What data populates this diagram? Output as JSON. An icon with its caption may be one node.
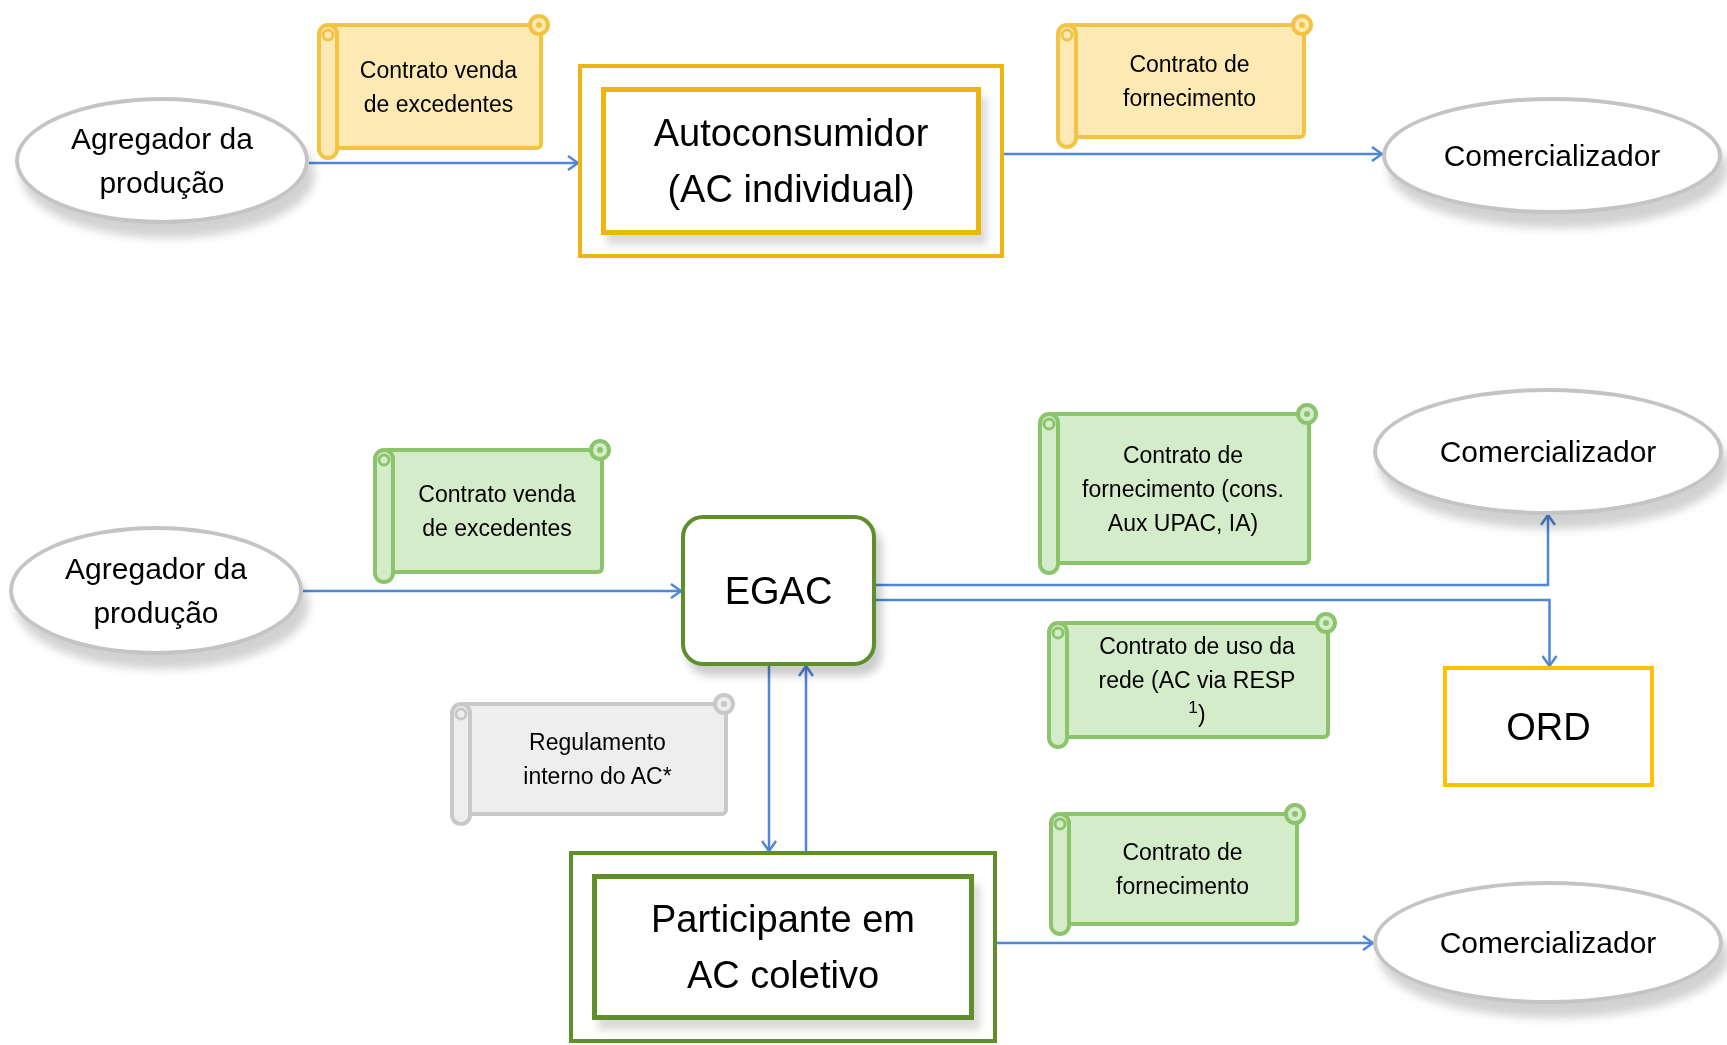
{
  "diagram": {
    "nodes": [
      {
        "text": [
          "Agregador da produção"
        ]
      },
      {
        "text": [
          "Contrato venda de excedentes"
        ]
      },
      {
        "text": [
          "Autoconsumidor (AC individual)"
        ]
      },
      {
        "text": [
          "Contrato de fornecimento"
        ]
      },
      {
        "text": [
          "Comercializador"
        ]
      },
      {
        "text": [
          "Agregador da produção"
        ]
      },
      {
        "text": [
          "Contrato venda de excedentes"
        ]
      },
      {
        "text": [
          "EGAC"
        ]
      },
      {
        "text": [
          "Contrato de fornecimento (cons. Aux UPAC, IA)"
        ]
      },
      {
        "text": [
          "Comercializador"
        ]
      },
      {
        "text": [
          "Contrato de uso da rede (AC via RESP $^{1}$)"
        ]
      },
      {
        "text": [
          "ORD"
        ]
      },
      {
        "text": [
          "Regulamento interno do AC*"
        ]
      },
      {
        "text": [
          "Participante em AC coletivo"
        ]
      },
      {
        "text": [
          "Contrato de fornecimento"
        ]
      },
      {
        "text": [
          "Comercializador"
        ]
      }
    ],
    "edges": [
      {
        "from": 0,
        "to": 2,
        "arrow": "to"
      },
      {
        "from": 2,
        "to": 4,
        "arrow": "to"
      },
      {
        "from": 5,
        "to": 7,
        "arrow": "to"
      },
      {
        "from": 7,
        "to": 9,
        "arrow": "to"
      },
      {
        "from": 7,
        "to": 11,
        "arrow": "to"
      },
      {
        "from": 7,
        "to": 13,
        "arrow": "to"
      },
      {
        "from": 13,
        "to": 7,
        "arrow": "to"
      },
      {
        "from": 13,
        "to": 15,
        "arrow": "to"
      }
    ]
  }
}
